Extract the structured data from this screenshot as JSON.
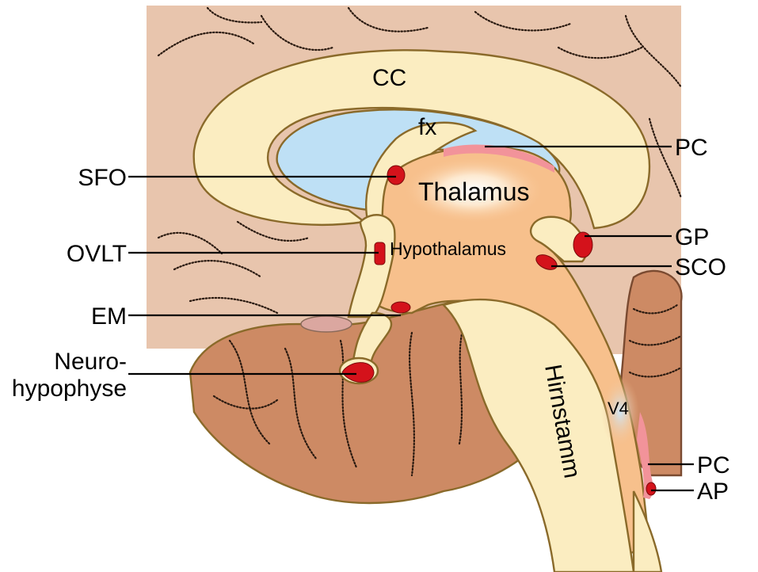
{
  "structures": {
    "cc": "CC",
    "fx": "fx",
    "thalamus": "Thalamus",
    "hypothalamus": "Hypothalamus",
    "hirnstamm": "Hirnstamm",
    "v4": "V4"
  },
  "labels_left": {
    "sfo": "SFO",
    "ovlt": "OVLT",
    "em": "EM",
    "neuro_line1": "Neuro-",
    "neuro_line2": "hypophyse"
  },
  "labels_right": {
    "pc_top": "PC",
    "gp": "GP",
    "sco": "SCO",
    "pc_bottom": "PC",
    "ap": "AP"
  },
  "colors": {
    "cortex": "#e8c5ad",
    "cerebellum": "#cd8a64",
    "white_matter": "#fbedc1",
    "ventricle": "#bee0f5",
    "diencephalon": "#f7c08c",
    "organ_red": "#d4121b",
    "plexus_pink": "#f2939a"
  }
}
